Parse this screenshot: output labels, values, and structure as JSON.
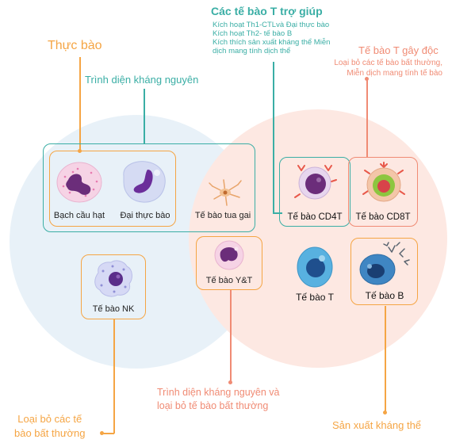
{
  "colors": {
    "orange": "#f5a544",
    "teal": "#3aaea5",
    "salmon": "#f08b74",
    "innate_circle": "#e8f1f8",
    "adaptive_circle": "#fde8e2"
  },
  "innate": {
    "title": "Thực bào",
    "antigen_presentation": "Trình diện kháng nguyên",
    "remove_abnormal": [
      "Loại bỏ các tế",
      "bào bất thường"
    ]
  },
  "helper_t": {
    "title": "Các tế bào T trợ giúp",
    "lines": [
      "Kích hoạt Th1-CTLvà Đại thực bào",
      "Kích hoạt Th2- tế bào B",
      "Kích thích sản xuất kháng thể Miễn",
      "dịch mang tính dịch thể"
    ]
  },
  "cytotoxic_t": {
    "title": "Tế bào T gây độc",
    "lines": [
      "Loại bỏ các tế bào bất thường,",
      "Miễn dịch mang tính tế bào"
    ]
  },
  "overlap": {
    "lines": [
      "Trình diện kháng nguyên và",
      "loại bỏ tế bào bất thường"
    ]
  },
  "antibody": {
    "label": "Sản xuất kháng thể"
  },
  "cells": {
    "granulocyte": "Bạch cầu hạt",
    "macrophage": "Đại thực bào",
    "dendritic": "Tế bào tua gai",
    "nk": "Tế bào NK",
    "gamma_delta_t": "Tế bào Y&T",
    "cd4t": "Tế bào CD4T",
    "cd8t": "Tế bào CD8T",
    "t_cell": "Tế bào T",
    "b_cell": "Tế bào B"
  }
}
